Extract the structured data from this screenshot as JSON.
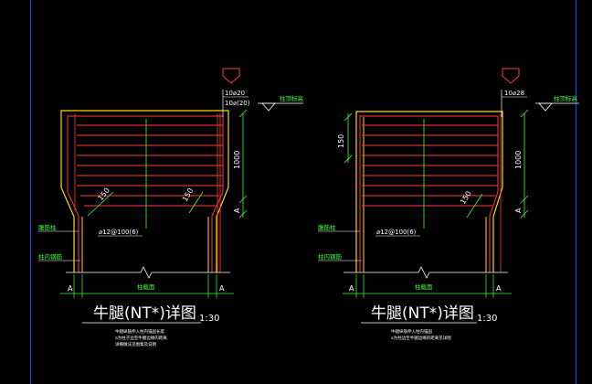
{
  "colors": {
    "background": "#000000",
    "frame_blue": "#1f3cff",
    "outline_yellow": "#ffd800",
    "rebar_red": "#ff3b3b",
    "dim_green": "#3cff3c",
    "dim_cyan": "#35e6e6",
    "text_white": "#ffffff"
  },
  "left": {
    "title": "牛腿(NT*)详图",
    "scale": "1:30",
    "top_rebar": "10⌀20",
    "top_rebar2": "10⌀(20)",
    "top_label": "柱顶标高",
    "dim_1000": "1000",
    "dim_a_right": "A",
    "dim_150_a": "150",
    "dim_150_b": "150",
    "stirrup": "⌀12@100(6)",
    "side_label_1": "腹筋柱",
    "side_label_2": "柱内钢筋",
    "section_label": "柱截面",
    "dim_a_left": "A",
    "dim_a_right_bottom": "A",
    "notes": [
      "牛腿纵筋伸入柱内锚固长度",
      "a为柱子边至牛腿边缘的距离",
      "详细做法见图集及说明"
    ]
  },
  "right": {
    "title": "牛腿(NT*)详图",
    "scale": "1:30",
    "top_rebar": "10⌀28",
    "top_label": "柱顶标高",
    "dim_150_left": "150",
    "dim_1000": "1000",
    "dim_a_right": "A",
    "dim_150_diag": "150",
    "stirrup": "⌀12@100(6)",
    "side_label_1": "腹筋柱",
    "side_label_2": "柱内钢筋",
    "section_label": "柱截面",
    "dim_a_left": "A",
    "dim_a_right_bottom": "A",
    "notes": [
      "牛腿纵筋伸入柱内锚固",
      "a为柱边至牛腿边缘的距离见详图"
    ]
  }
}
